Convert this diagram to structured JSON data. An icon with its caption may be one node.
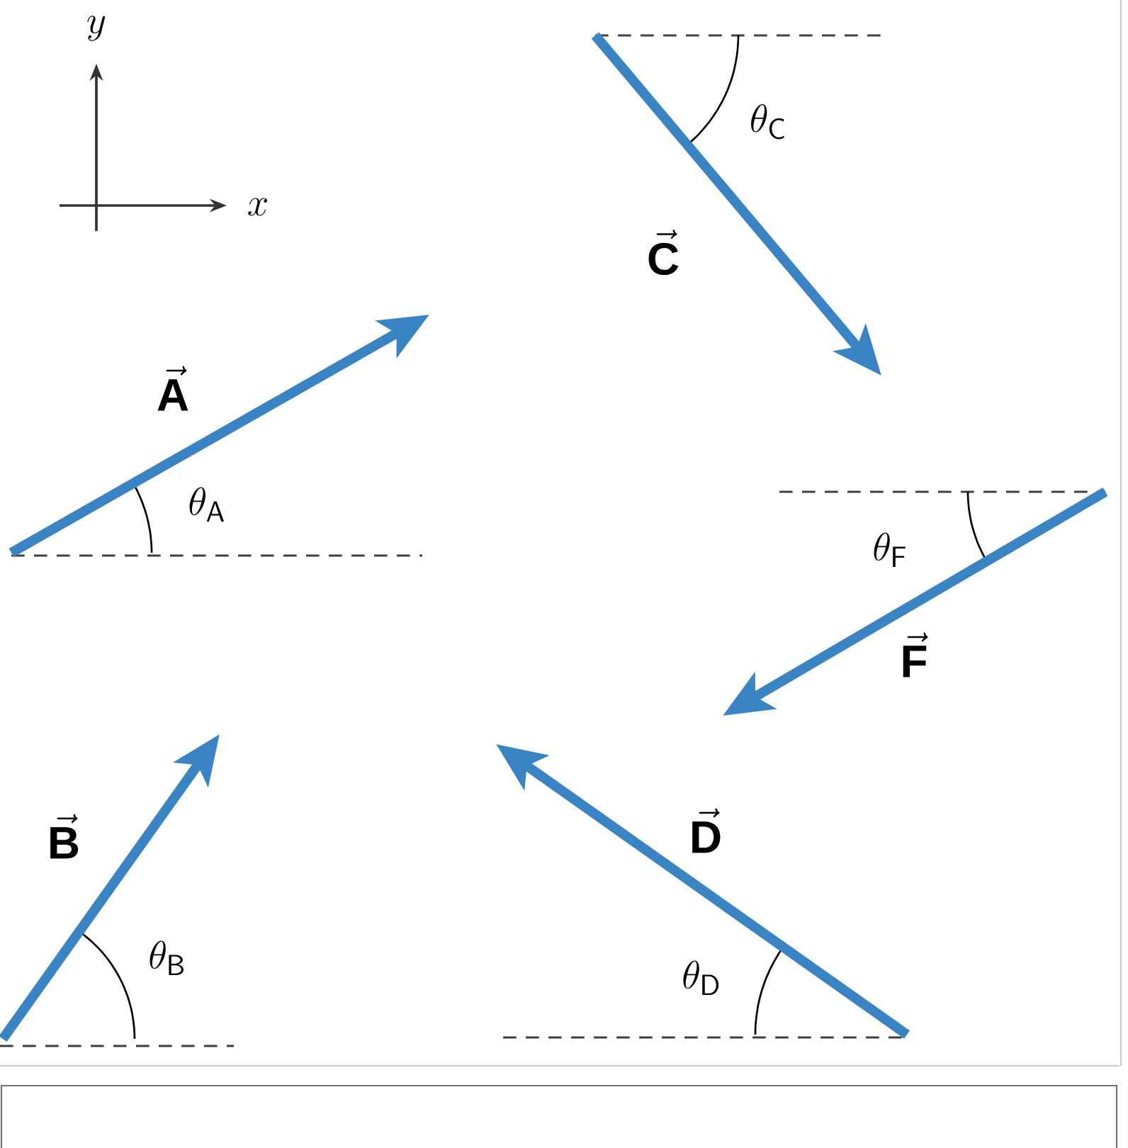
{
  "diagram": {
    "labels": [
      "y",
      "\\theta_{\\mathsf{C}}",
      "x",
      "\\vec{\\mathbf{C}}",
      "\\vec{\\mathbf{A}}",
      "\\theta_{\\mathsf{A}}",
      "\\theta_{\\mathsf{F}}",
      "\\vec{\\mathbf{F}}",
      "\\vec{\\mathbf{B}}",
      "\\vec{\\mathbf{D}}",
      "\\theta_{\\mathsf{B}}",
      "\\theta_{\\mathsf{D}}"
    ]
  }
}
